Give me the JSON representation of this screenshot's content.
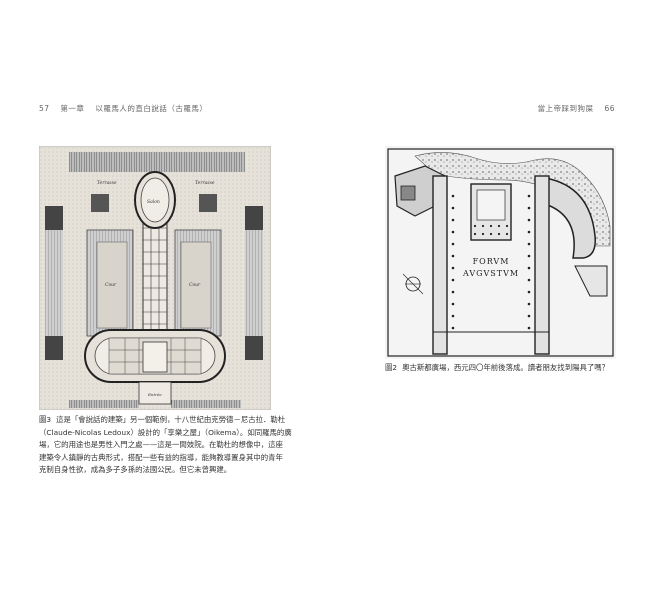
{
  "header_left": {
    "page_number": "57",
    "chapter": "第一章",
    "chapter_title": "以羅馬人的直白說話（古羅馬）"
  },
  "header_right": {
    "section_title": "當上帝踩到狗屎",
    "page_number": "66"
  },
  "figure3": {
    "image_labels": {
      "top_left": "Terrasse",
      "top_right": "Terrasse",
      "oval": "Salon",
      "court_left": "Cour",
      "court_right": "Cour",
      "bottom": "Entrée"
    },
    "caption_label": "圖3",
    "caption_lines": [
      "這是「會說話的建築」另一個範例，十八世紀由克勞德－尼古拉．勒杜",
      "（Claude-Nicolas Ledoux）設計的「享樂之屋」（Oikema）。如同羅馬的廣",
      "場，它的用途也是男性入門之處——這是一間妓院。在勒杜的想像中，這座",
      "建築令人鎮靜的古典形式，搭配一些有益的指導，能夠教導置身其中的青年",
      "克制自身性欲，成為多子多孫的法國公民。但它未曾興建。"
    ]
  },
  "figure2": {
    "image_labels": {
      "line1": "FORVM",
      "line2": "AVGVSTVM"
    },
    "caption_label": "圖2",
    "caption_text": "奧古斯都廣場，西元四〇年前後落成。讀者朋友找到陽具了嗎？"
  }
}
